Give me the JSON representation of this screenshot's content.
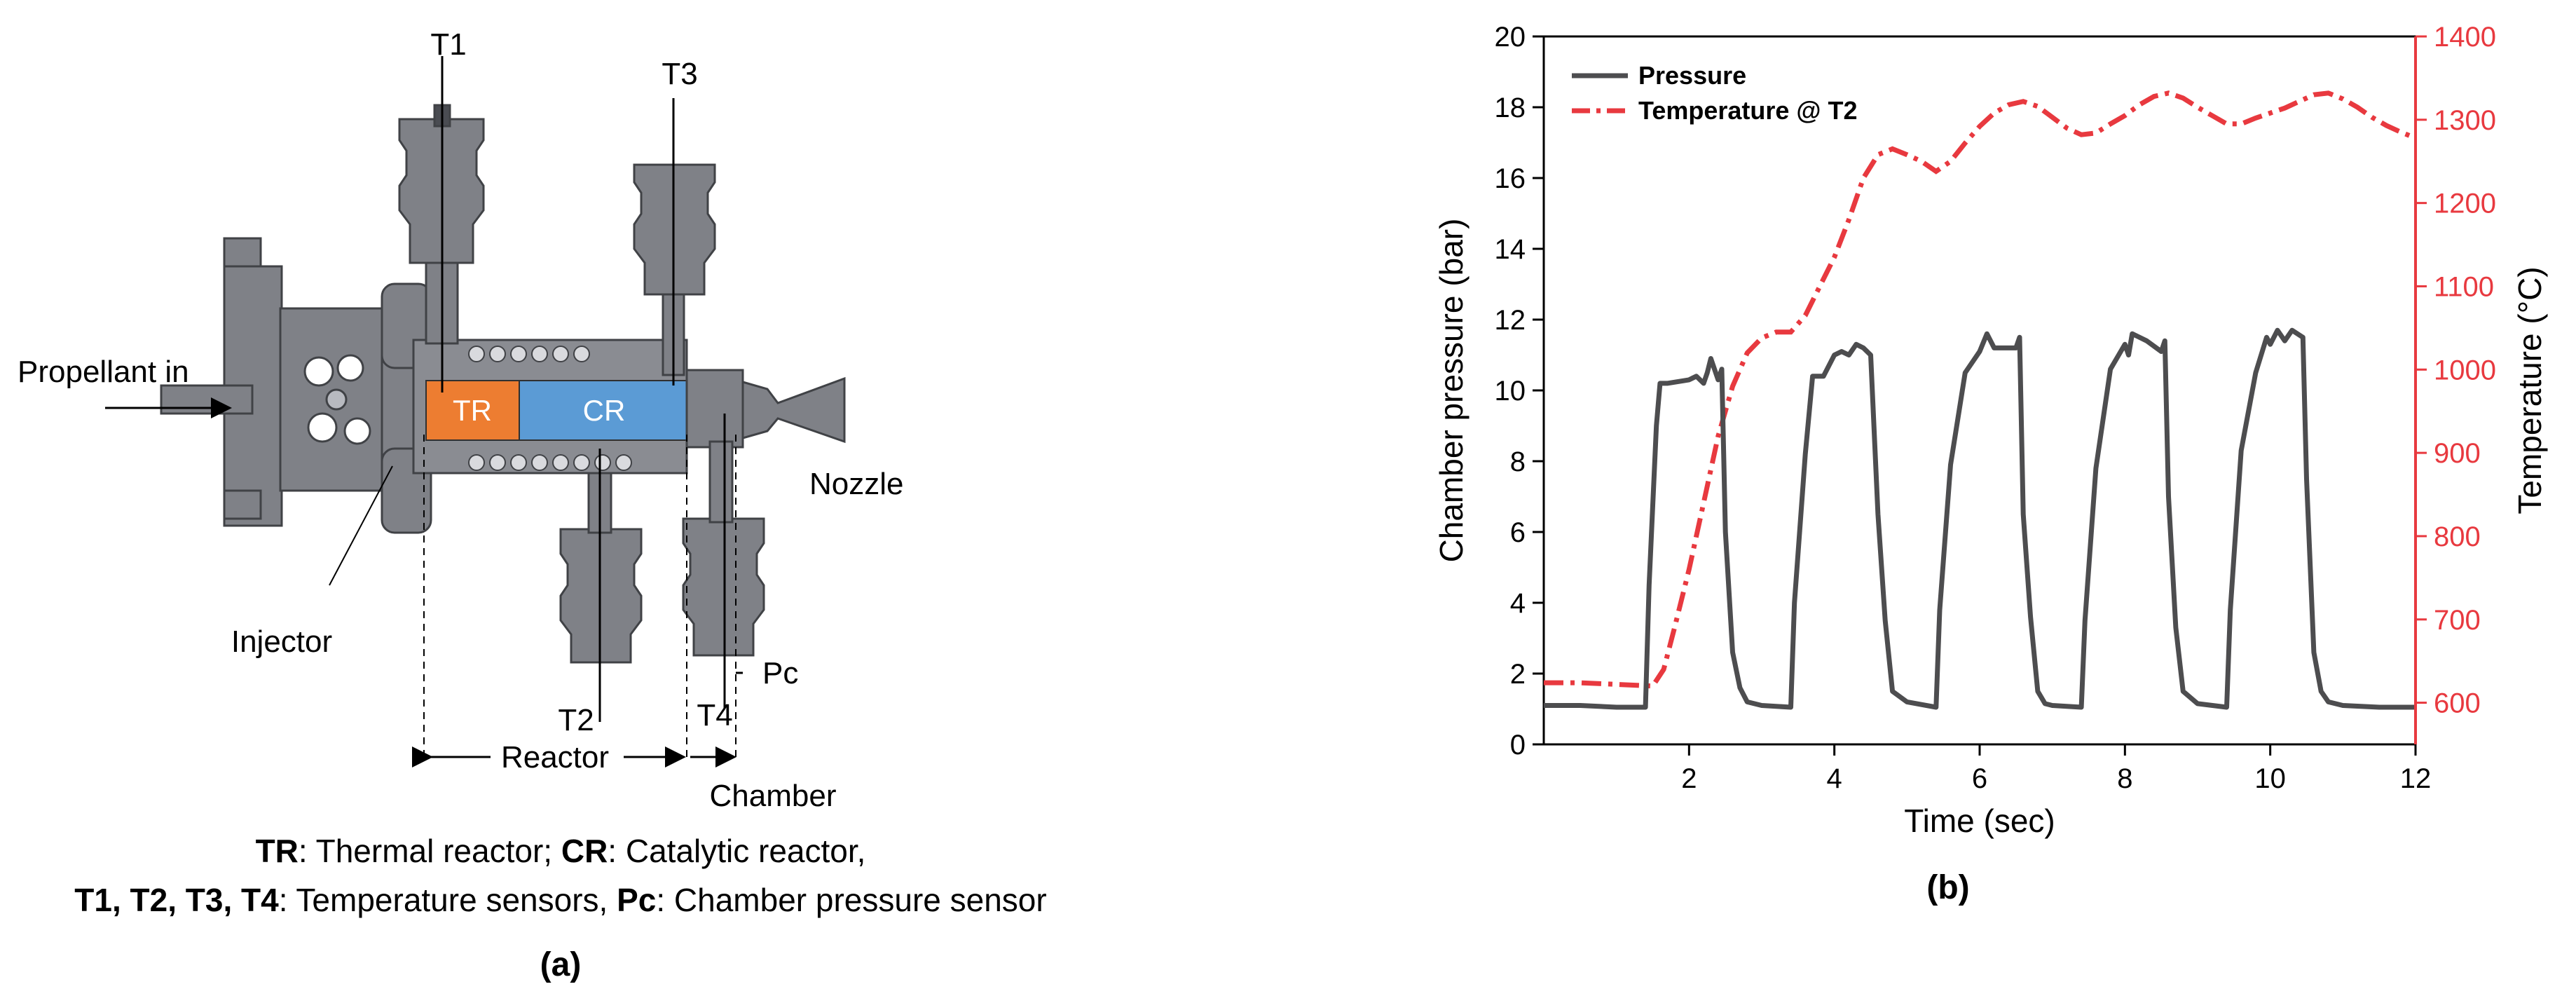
{
  "diagram": {
    "labels": {
      "t1": "T1",
      "t3": "T3",
      "t2": "T2",
      "t4": "T4",
      "pc": "Pc",
      "propellant_in": "Propellant in",
      "injector": "Injector",
      "nozzle": "Nozzle",
      "reactor": "Reactor",
      "chamber": "Chamber",
      "tr": "TR",
      "cr": "CR"
    },
    "caption": {
      "line1": [
        {
          "text": "TR",
          "bold": true
        },
        {
          "text": ": Thermal reactor; ",
          "bold": false
        },
        {
          "text": "CR",
          "bold": true
        },
        {
          "text": ": Catalytic reactor,",
          "bold": false
        }
      ],
      "line2": [
        {
          "text": "T1, T2, T3, T4",
          "bold": true
        },
        {
          "text": ": Temperature sensors, ",
          "bold": false
        },
        {
          "text": "Pc",
          "bold": true
        },
        {
          "text": ": Chamber pressure sensor",
          "bold": false
        }
      ]
    },
    "panel_label": "(a)",
    "colors": {
      "tr": "#ed7d31",
      "cr": "#5b9bd5",
      "metal": "#7f8187",
      "dark": "#4a4c52"
    }
  },
  "chart_data": {
    "type": "line",
    "panel_label": "(b)",
    "xlabel": "Time (sec)",
    "ylabel": "Chamber pressure (bar)",
    "y2label": "Temperature (°C)",
    "xlim": [
      0,
      12
    ],
    "ylim": [
      0,
      20
    ],
    "y2lim": [
      550,
      1400
    ],
    "xticks": [
      2,
      4,
      6,
      8,
      10,
      12
    ],
    "yticks": [
      0,
      2,
      4,
      6,
      8,
      10,
      12,
      14,
      16,
      18,
      20
    ],
    "y2ticks": [
      600,
      700,
      800,
      900,
      1000,
      1100,
      1200,
      1300,
      1400
    ],
    "legend_position": "top-left",
    "series": [
      {
        "name": "Pressure",
        "axis": "left",
        "color": "#4d4d4f",
        "style": "solid",
        "x": [
          0,
          0.5,
          1.0,
          1.4,
          1.45,
          1.55,
          1.6,
          1.7,
          2.0,
          2.1,
          2.2,
          2.25,
          2.3,
          2.4,
          2.45,
          2.5,
          2.6,
          2.7,
          2.8,
          3.0,
          3.4,
          3.45,
          3.6,
          3.7,
          3.85,
          4.0,
          4.1,
          4.2,
          4.3,
          4.4,
          4.5,
          4.6,
          4.7,
          4.8,
          5.0,
          5.4,
          5.45,
          5.6,
          5.8,
          6.0,
          6.1,
          6.2,
          6.3,
          6.5,
          6.55,
          6.6,
          6.7,
          6.8,
          6.9,
          7.0,
          7.4,
          7.45,
          7.6,
          7.8,
          8.0,
          8.05,
          8.1,
          8.3,
          8.5,
          8.55,
          8.6,
          8.7,
          8.8,
          9.0,
          9.4,
          9.45,
          9.6,
          9.8,
          9.95,
          10.0,
          10.1,
          10.2,
          10.3,
          10.45,
          10.5,
          10.6,
          10.7,
          10.8,
          11.0,
          11.5,
          12.0
        ],
        "values": [
          1.1,
          1.1,
          1.05,
          1.05,
          4.5,
          9.0,
          10.2,
          10.2,
          10.3,
          10.4,
          10.2,
          10.5,
          10.9,
          10.3,
          10.6,
          6.0,
          2.6,
          1.6,
          1.2,
          1.1,
          1.05,
          4.0,
          8.2,
          10.4,
          10.4,
          11.0,
          11.1,
          11.0,
          11.3,
          11.2,
          11.0,
          6.5,
          3.5,
          1.5,
          1.2,
          1.05,
          3.8,
          7.9,
          10.5,
          11.1,
          11.6,
          11.2,
          11.2,
          11.2,
          11.5,
          6.5,
          3.6,
          1.5,
          1.15,
          1.1,
          1.05,
          3.5,
          7.8,
          10.6,
          11.3,
          11.0,
          11.6,
          11.4,
          11.1,
          11.4,
          7.0,
          3.3,
          1.5,
          1.15,
          1.05,
          3.8,
          8.3,
          10.5,
          11.5,
          11.3,
          11.7,
          11.4,
          11.7,
          11.5,
          7.5,
          2.6,
          1.5,
          1.2,
          1.1,
          1.05,
          1.05
        ]
      },
      {
        "name": "Temperature @ T2",
        "axis": "right",
        "color": "#e8393f",
        "style": "dashdot",
        "x": [
          0,
          0.5,
          1.0,
          1.5,
          1.65,
          1.8,
          2.0,
          2.2,
          2.4,
          2.6,
          2.8,
          3.0,
          3.2,
          3.4,
          3.6,
          3.8,
          4.0,
          4.2,
          4.4,
          4.6,
          4.8,
          5.0,
          5.2,
          5.4,
          5.6,
          5.8,
          6.0,
          6.2,
          6.4,
          6.6,
          6.8,
          7.0,
          7.2,
          7.4,
          7.6,
          7.8,
          8.0,
          8.2,
          8.4,
          8.6,
          8.8,
          9.0,
          9.2,
          9.4,
          9.6,
          9.8,
          10.0,
          10.2,
          10.4,
          10.6,
          10.8,
          11.0,
          11.2,
          11.4,
          11.6,
          11.8,
          12.0
        ],
        "values": [
          624,
          624,
          622,
          620,
          640,
          690,
          760,
          840,
          920,
          980,
          1020,
          1038,
          1045,
          1045,
          1065,
          1100,
          1135,
          1180,
          1230,
          1258,
          1265,
          1258,
          1250,
          1238,
          1250,
          1272,
          1292,
          1308,
          1318,
          1322,
          1316,
          1303,
          1290,
          1282,
          1284,
          1295,
          1305,
          1318,
          1328,
          1332,
          1326,
          1315,
          1305,
          1295,
          1295,
          1302,
          1308,
          1314,
          1322,
          1330,
          1332,
          1325,
          1315,
          1303,
          1293,
          1285,
          1278
        ]
      }
    ]
  }
}
